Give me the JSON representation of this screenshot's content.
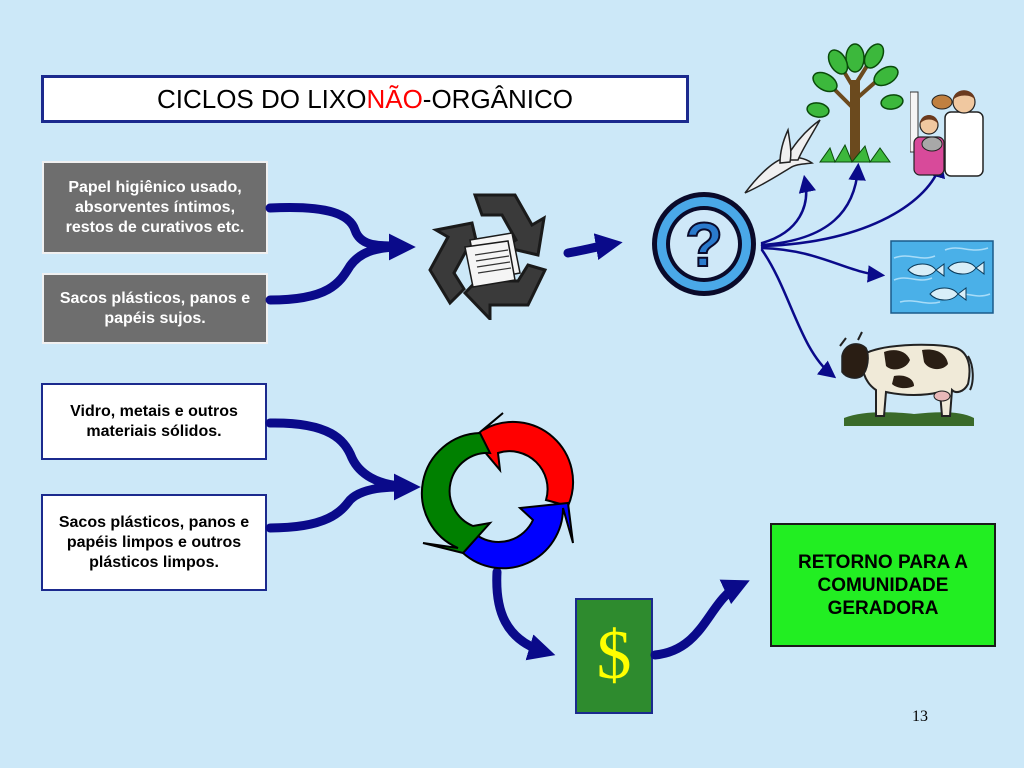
{
  "title": {
    "text": "CICLOS DO LIXO ",
    "accent": "NÃO",
    "rest": "-ORGÂNICO"
  },
  "boxes": {
    "top1": "Papel higiênico usado, absorventes íntimos, restos de curativos etc.",
    "top2": "Sacos plásticos, panos e papéis sujos.",
    "bottom1": "Vidro, metais e outros materiais sólidos.",
    "bottom2": "Sacos plásticos, panos e papéis limpos e outros plásticos limpos.",
    "result": "RETORNO PARA A COMUNIDADE GERADORA"
  },
  "icons": {
    "question": "?",
    "money": "$",
    "recycle": "recycle-icon",
    "cycle": "cycle-arrows-icon",
    "tree": "tree-icon",
    "bird": "bird-icon",
    "people": "people-icon",
    "fish": "fish-icon",
    "cow": "cow-icon"
  },
  "page_number": "13",
  "colors": {
    "background": "#cce8f8",
    "arrow": "#0a0a8a",
    "title_accent": "#ff0000",
    "result_box": "#22ee22",
    "money_box": "#2e8b2e",
    "money_symbol": "#ffff00"
  }
}
